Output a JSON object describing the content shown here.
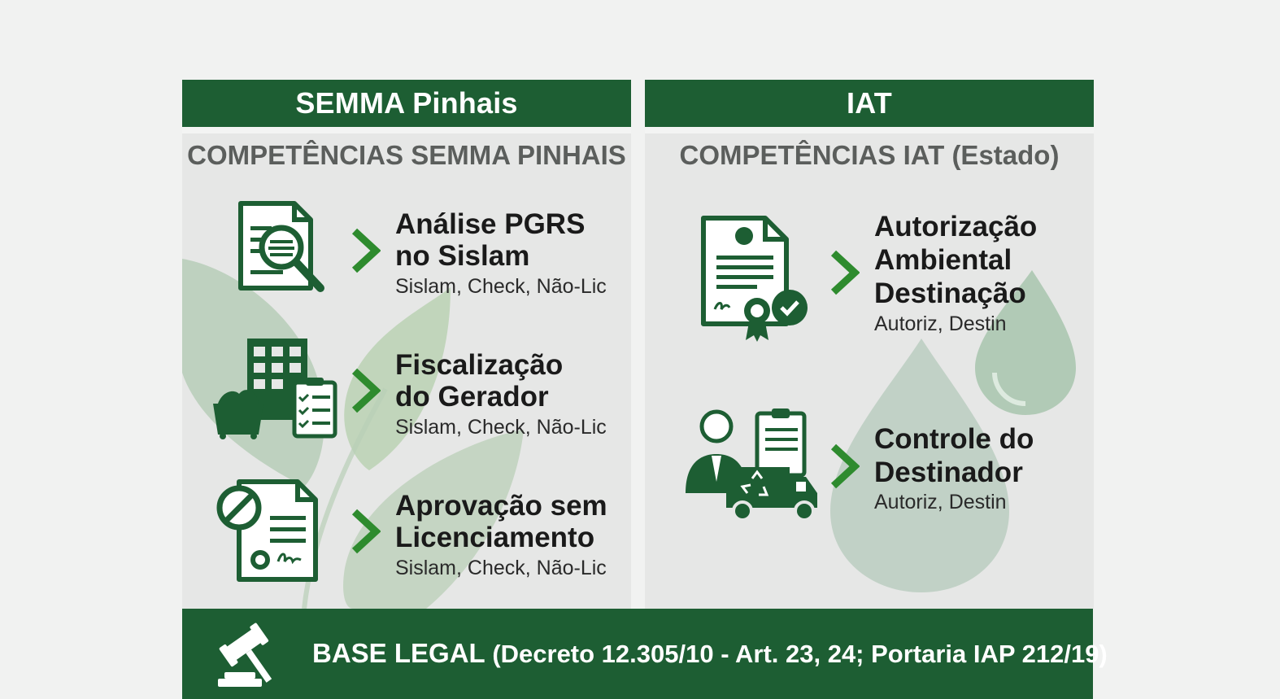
{
  "left": {
    "header": "SEMMA Pinhais",
    "subtitle": "COMPETÊNCIAS SEMMA PINHAIS",
    "items": [
      {
        "title_line1": "Análise PGRS",
        "title_line2": "no Sislam",
        "subtitle": "Sislam, Check, Não-Lic",
        "icon": "document-search-icon"
      },
      {
        "title_line1": "Fiscalização",
        "title_line2": "do Gerador",
        "subtitle": "Sislam, Check, Não-Lic",
        "icon": "building-waste-checklist-icon"
      },
      {
        "title_line1": "Aprovação sem",
        "title_line2": "Licenciamento",
        "subtitle": "Sislam, Check, Não-Lic",
        "icon": "document-prohibited-icon"
      }
    ]
  },
  "right": {
    "header": "IAT",
    "subtitle": "COMPETÊNCIAS IAT (Estado)",
    "items": [
      {
        "title_line1": "Autorização",
        "title_line2": "Ambiental",
        "title_line3": "Destinação",
        "subtitle": "Autoriz, Destin",
        "icon": "certificate-approved-icon"
      },
      {
        "title_line1": "Controle do",
        "title_line2": "Destinador",
        "subtitle": "Autoriz, Destin",
        "icon": "person-recycling-truck-icon"
      }
    ]
  },
  "footer": {
    "label": "BASE LEGAL",
    "detail": "(Decreto 12.305/10 - Art. 23, 24; Portaria IAP 212/19)",
    "icon": "gavel-icon"
  },
  "colors": {
    "primary_green": "#1d5e33",
    "panel_bg": "#e6e7e6",
    "page_bg": "#f1f2f1",
    "chevron_green": "#2e8b2e"
  }
}
